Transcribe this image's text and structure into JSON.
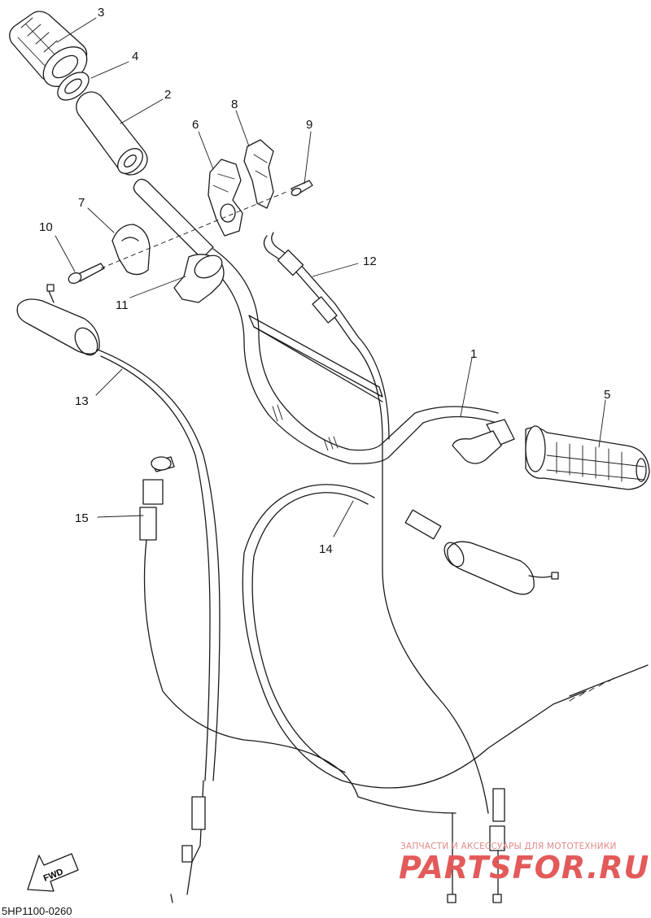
{
  "diagram": {
    "callouts": [
      "1",
      "2",
      "3",
      "4",
      "5",
      "6",
      "7",
      "8",
      "9",
      "10",
      "11",
      "12",
      "13",
      "14",
      "15"
    ],
    "figure_code": "5HP1100-0260",
    "direction_arrow": "FWD"
  },
  "watermark": {
    "tagline": "ЗАПЧАСТИ И АКСЕССУАРЫ ДЛЯ МОТОТЕХНИКИ",
    "brand": "PARTSFOR.RU"
  },
  "colors": {
    "ink": "#1a1a1a",
    "watermark": "#e35a5a"
  }
}
